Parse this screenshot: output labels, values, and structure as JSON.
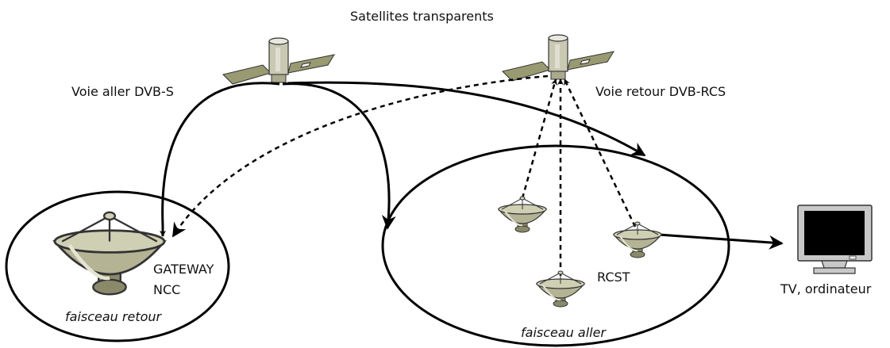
{
  "labels": {
    "title": "Satellites transparents",
    "forward_link": "Voie aller DVB-S",
    "return_link": "Voie retour DVB-RCS",
    "gateway": "GATEWAY",
    "ncc": "NCC",
    "return_beam": "faisceau retour",
    "forward_beam": "faisceau aller",
    "rcst": "RCST",
    "tv": "TV, ordinateur"
  },
  "colors": {
    "line": "#000000",
    "dish_fill": "#b4b394",
    "dish_dark": "#7f7e5e",
    "satellite_panel": "#9a9a72",
    "satellite_body": "#c9c9b3",
    "tv_frame": "#c8c8c8",
    "tv_screen": "#000000"
  },
  "icons": [
    "satellite-icon",
    "dish-icon",
    "tv-monitor-icon"
  ]
}
